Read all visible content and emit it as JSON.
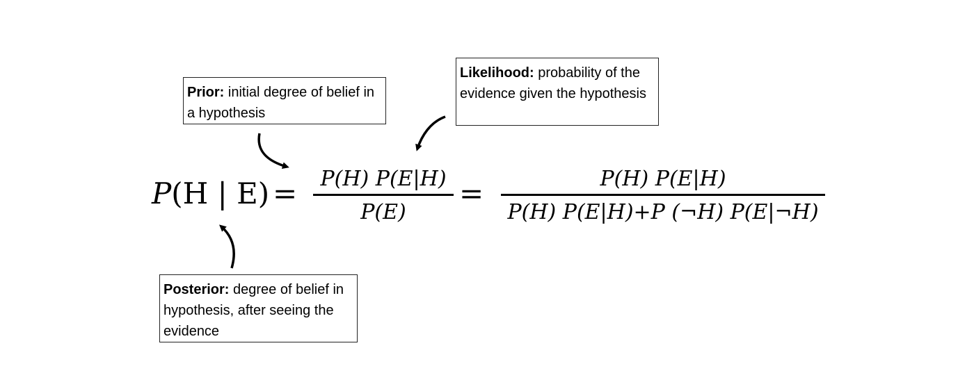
{
  "notes": {
    "prior": {
      "term": "Prior:",
      "text": " initial degree of belief in a hypothesis"
    },
    "likelihood": {
      "term": "Likelihood:",
      "text": " probability of the evidence given the hypothesis"
    },
    "posterior": {
      "term": "Posterior:",
      "text": " degree of belief in hypothesis, after seeing the evidence"
    }
  },
  "equation": {
    "lhs_p": "P",
    "lhs_args": "(H | E)",
    "equals": "=",
    "frac1_num": "P(H)  P(E|H)",
    "frac1_den": "P(E)",
    "frac2_num": "P(H)  P(E|H)",
    "frac2_den": "P(H) P(E|H)+P (¬H) P(E|¬H)"
  }
}
